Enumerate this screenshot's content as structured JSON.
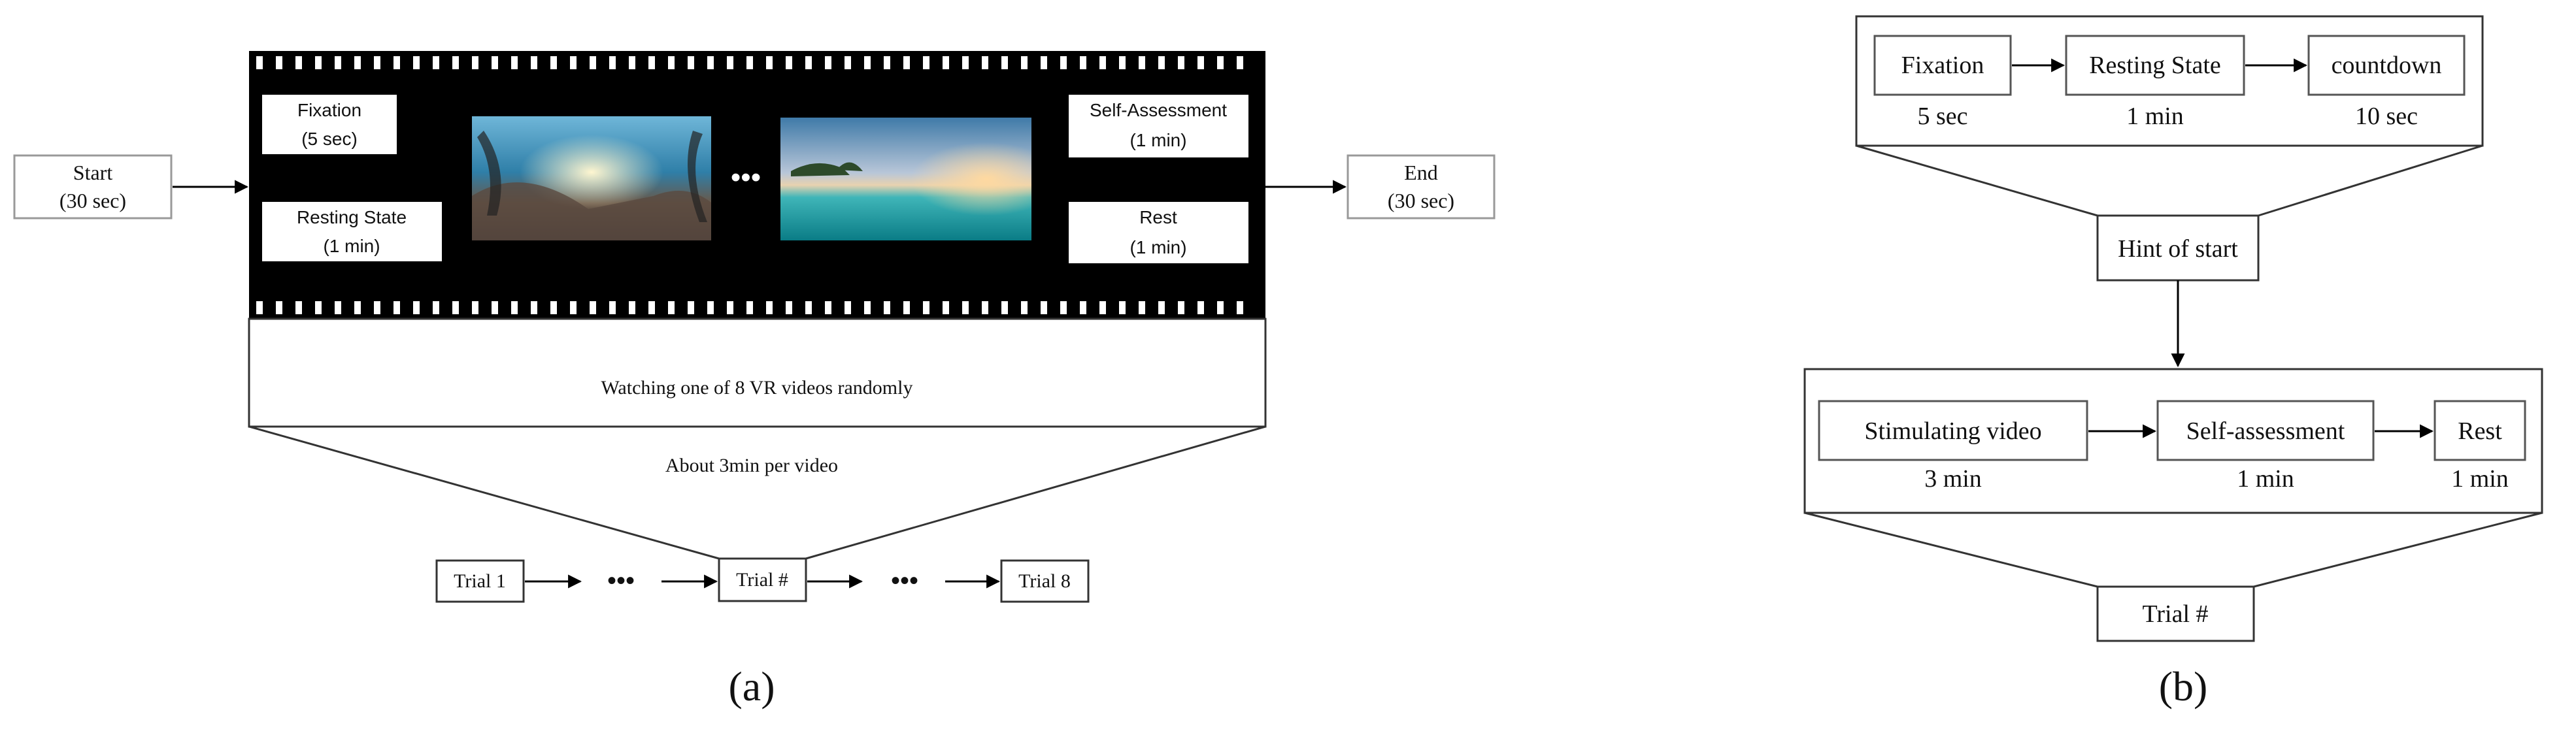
{
  "panel_a": {
    "start_label": "Start",
    "start_duration": "(30 sec)",
    "end_label": "End",
    "end_duration": "(30 sec)",
    "fixation_label": "Fixation",
    "fixation_duration": "(5 sec)",
    "resting_label": "Resting State",
    "resting_duration": "(1 min)",
    "selfassess_label": "Self-Assessment",
    "selfassess_duration": "(1 min)",
    "rest_label": "Rest",
    "rest_duration": "(1 min)",
    "watching_text": "Watching one of 8 VR videos randomly",
    "about_text": "About 3min  per video",
    "trial1": "Trial 1",
    "trial_hash": "Trial #",
    "trial8": "Trial 8",
    "ellipsis": "•••",
    "caption": "(a)"
  },
  "panel_b": {
    "fixation_label": "Fixation",
    "fixation_duration": "5 sec",
    "resting_label": "Resting State",
    "resting_duration": "1 min",
    "countdown_label": "countdown",
    "countdown_duration": "10 sec",
    "hint_label": "Hint of start",
    "stimulating_label": "Stimulating video",
    "stimulating_duration": "3 min",
    "selfassess_label": "Self-assessment",
    "selfassess_duration": "1 min",
    "rest_label": "Rest",
    "rest_duration": "1 min",
    "trial_hash": "Trial #",
    "caption": "(b)"
  }
}
